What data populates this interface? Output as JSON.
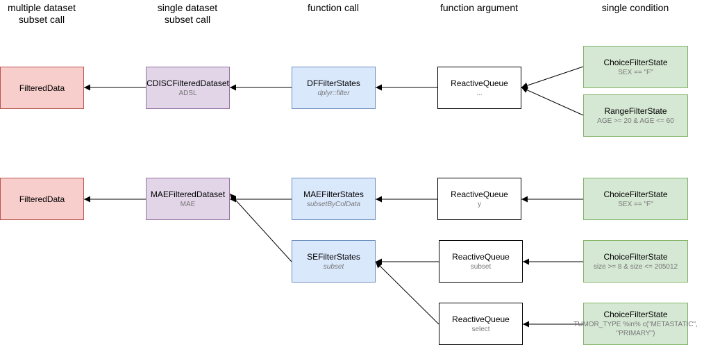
{
  "headers": {
    "multiple": "multiple dataset\nsubset call",
    "single": "single dataset\nsubset call",
    "function_call": "function call",
    "function_argument": "function argument",
    "single_condition": "single condition"
  },
  "row1": {
    "filtered_data": {
      "title": "FilteredData"
    },
    "dataset": {
      "title": "CDISCFilteredDataset",
      "sub": "ADSL"
    },
    "states": {
      "title": "DFFilterStates",
      "sub": "dplyr::filter"
    },
    "queue": {
      "title": "ReactiveQueue",
      "sub": "..."
    },
    "choice": {
      "title": "ChoiceFilterState",
      "sub": "SEX == \"F\""
    },
    "range": {
      "title": "RangeFilterState",
      "sub": "AGE >= 20 & AGE <= 60"
    }
  },
  "row2": {
    "filtered_data": {
      "title": "FilteredData"
    },
    "dataset": {
      "title": "MAEFilteredDataset",
      "sub": "MAE"
    },
    "mae_states": {
      "title": "MAEFilterStates",
      "sub": "subsetByColData"
    },
    "mae_queue": {
      "title": "ReactiveQueue",
      "sub": "y"
    },
    "mae_choice": {
      "title": "ChoiceFilterState",
      "sub": "SEX == \"F\""
    },
    "se_states": {
      "title": "SEFilterStates",
      "sub": "subset"
    },
    "subset_queue": {
      "title": "ReactiveQueue",
      "sub": "subset"
    },
    "subset_choice": {
      "title": "ChoiceFilterState",
      "sub": "size >= 8 & size <= 205012"
    },
    "select_queue": {
      "title": "ReactiveQueue",
      "sub": "select"
    },
    "select_choice": {
      "title": "ChoiceFilterState",
      "sub": "TUMOR_TYPE %in% c(\"METASTATIC\", \"PRIMARY\")"
    }
  }
}
